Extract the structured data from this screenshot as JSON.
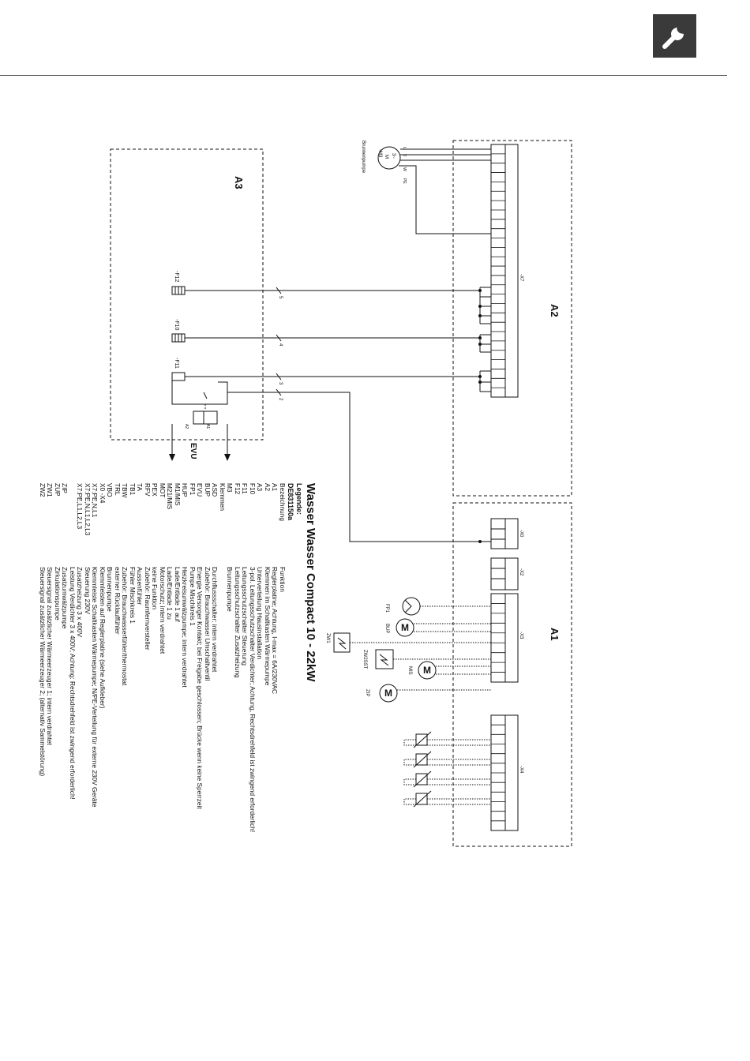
{
  "header": {
    "icon": "wrench-icon",
    "icon_bg": "#3a3a3a"
  },
  "diagram": {
    "labels": {
      "a1": "A1",
      "a2": "A2",
      "a3": "A3",
      "x7": "-X7",
      "x0": "-X0",
      "x2": "-X2",
      "x3": "-X3",
      "x4": "-X4",
      "f12": "-F12",
      "f10": "-F10",
      "f11": "-F11",
      "m3": "-M3",
      "pump_name": "Brunnenpumpe",
      "motor_m": "M",
      "motor_phase": "3~",
      "u": "U",
      "v": "V",
      "w": "W",
      "pe": "PE",
      "evu": "EVU",
      "k_a1": "A1",
      "k_a2": "A2",
      "fp1": "FP1",
      "bup": "BUP",
      "zw1": "ZW1",
      "zw2sst": "ZW2SST",
      "mis": "MIS",
      "zip": "ZIP",
      "w5": "5",
      "w4": "4",
      "w3": "3",
      "w2": "2"
    }
  },
  "legend": {
    "title": "Wasser Wasser Compact 10 - 22kW",
    "subtitle": "Legende:",
    "doc_number": "DE831150a",
    "rows": [
      {
        "code": "Bezeichnung",
        "desc": "Funktion"
      },
      {
        "code": "A1",
        "desc": "Reglerplatine; Achtung, I-max = 6A/230VAC"
      },
      {
        "code": "A2",
        "desc": "Klemmen im Schaltkasten Wärmepumpe"
      },
      {
        "code": "A3",
        "desc": "Unterverteilung Hausinstallation"
      },
      {
        "code": "F10",
        "desc": "3-pol. Leitungsschutzschalter Verdichter; Achtung, Rechtsdrehfeld ist zwingend erforderlich!"
      },
      {
        "code": "F11",
        "desc": "Leitungsschutzschalter Steuerung"
      },
      {
        "code": "F12",
        "desc": "Leitungsschutzschalter Zusatzheizung"
      },
      {
        "code": "M3",
        "desc": "Brunnenpumpe"
      },
      {
        "code": "",
        "desc": ""
      },
      {
        "code": "Klemmen",
        "desc": ""
      },
      {
        "code": "ASD",
        "desc": "Durchflussschalter: intern verdrahtet"
      },
      {
        "code": "BUP",
        "desc": "Zubehör: Brauchwasser Umschaltventil"
      },
      {
        "code": "EVU",
        "desc": "Energie Versorger Kontakt; bei Freigabe geschlossen; Brücke wenn keine Sperrzeit"
      },
      {
        "code": "FP1",
        "desc": "Pumpe Mischkreis 1"
      },
      {
        "code": "HUP",
        "desc": "Heizkreisumwälzpumpe; intern verdrahtet"
      },
      {
        "code": "M1/MIS",
        "desc": "Lade/Entlade 1 auf"
      },
      {
        "code": "M21/MIS",
        "desc": "Lade/Entlade 1 zu"
      },
      {
        "code": "MOT",
        "desc": "Motorschutz; intern verdrahtet"
      },
      {
        "code": "PEX",
        "desc": "keine Funktion"
      },
      {
        "code": "RFV",
        "desc": "Zubehör: Raumfernversteller"
      },
      {
        "code": "TA",
        "desc": "Aussenfühler"
      },
      {
        "code": "TB1",
        "desc": "Fühler Mischkreis 1"
      },
      {
        "code": "TBW",
        "desc": "Zubehör: Brauchwasserfühler/thermostat"
      },
      {
        "code": "TRL",
        "desc": "externer Rücklauffühler"
      },
      {
        "code": "VBO",
        "desc": "Brunnenpumpe"
      },
      {
        "code": "X0 -X4",
        "desc": "Klemmleisten auf Reglerplatine (siehe Aufkleber)"
      },
      {
        "code": "X7:PE,N,L1",
        "desc": "Klemmleiste Schaltkasten Wärmepumpe; N/PE-Verteilung für externe 230V Geräte"
      },
      {
        "code": "X7:PE,N,L1,L2,L3",
        "desc": "Steuerung 230V"
      },
      {
        "code": "X7:PE,L1,L2,L3",
        "desc": "Zusatzheizung 3 x 400V"
      },
      {
        "code": "",
        "desc": "Leistung Verdichter 3 x 400V; Achtung: Rechtsdrehfeld ist zwingend erforderlich!"
      },
      {
        "code": "ZIP",
        "desc": "Zusatzumwälzpumpe"
      },
      {
        "code": "ZUP",
        "desc": "Zirkulationspumpe"
      },
      {
        "code": "ZW1",
        "desc": "Steuersignal zusätzlicher Wärmeerzeuger 1; intern verdrahtet"
      },
      {
        "code": "ZW2",
        "desc": "Steuersignal zusätzlicher Wärmeerzeuger 2; (alternativ Sammelstörung)"
      }
    ]
  }
}
